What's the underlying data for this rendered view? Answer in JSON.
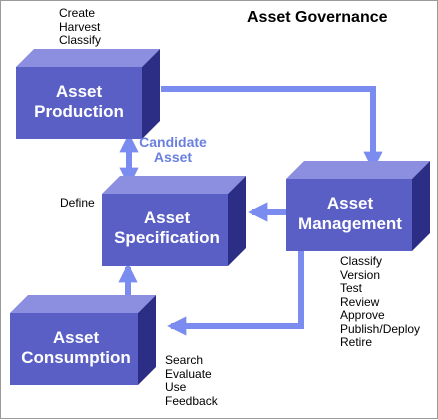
{
  "title": "Asset Governance",
  "colors": {
    "box_front": "#5a5fc6",
    "box_top": "#8c8fe0",
    "box_side": "#2c2e85",
    "arrow": "#7b8cf0",
    "connector_label": "#6a80e0"
  },
  "boxes": {
    "production": {
      "line1": "Asset",
      "line2": "Production"
    },
    "specification": {
      "line1": "Asset",
      "line2": "Specification"
    },
    "management": {
      "line1": "Asset",
      "line2": "Management"
    },
    "consumption": {
      "line1": "Asset",
      "line2": "Consumption"
    }
  },
  "connector_label": {
    "line1": "Candidate",
    "line2": "Asset"
  },
  "notes": {
    "production": [
      "Create",
      "Harvest",
      "Classify"
    ],
    "specification": [
      "Define"
    ],
    "management": [
      "Classify",
      "Version",
      "Test",
      "Review",
      "Approve",
      "Publish/Deploy",
      "Retire"
    ],
    "consumption": [
      "Search",
      "Evaluate",
      "Use",
      "Feedback"
    ]
  }
}
